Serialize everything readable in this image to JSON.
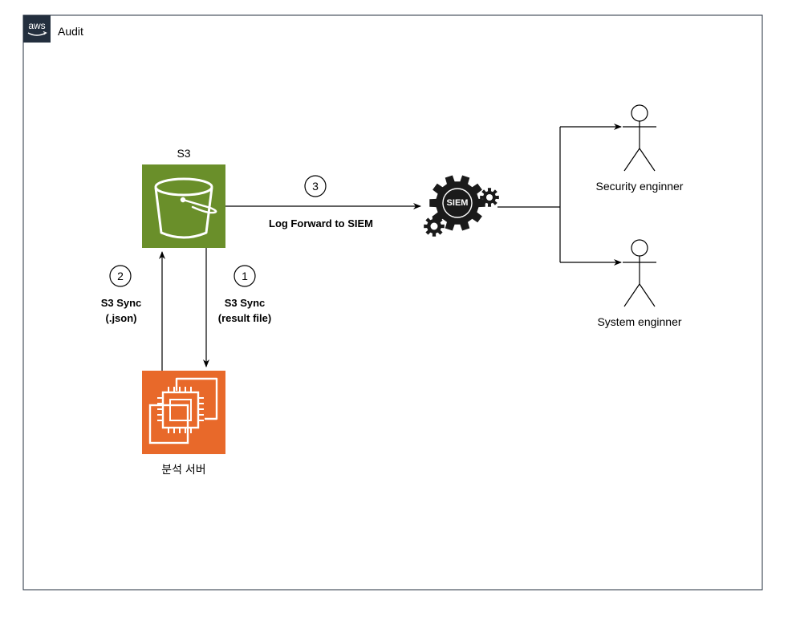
{
  "group": {
    "badge": "aws",
    "title": "Audit"
  },
  "s3": {
    "label": "S3"
  },
  "ec2": {
    "label": "분석 서버"
  },
  "siem": {
    "label": "SIEM"
  },
  "flows": [
    {
      "step": "1",
      "label_line1": "S3 Sync",
      "label_line2": "(result file)"
    },
    {
      "step": "2",
      "label_line1": "S3 Sync",
      "label_line2": "(.json)"
    },
    {
      "step": "3",
      "label_line1": "Log Forward to SIEM"
    }
  ],
  "actors": [
    {
      "label": "Security enginner"
    },
    {
      "label": "System enginner"
    }
  ],
  "colors": {
    "s3_fill": "#6A8F2A",
    "ec2_fill": "#E8692A",
    "aws_badge": "#232F3E",
    "gear": "#1a1a1a",
    "line": "#000000",
    "frame": "#232F3E"
  }
}
